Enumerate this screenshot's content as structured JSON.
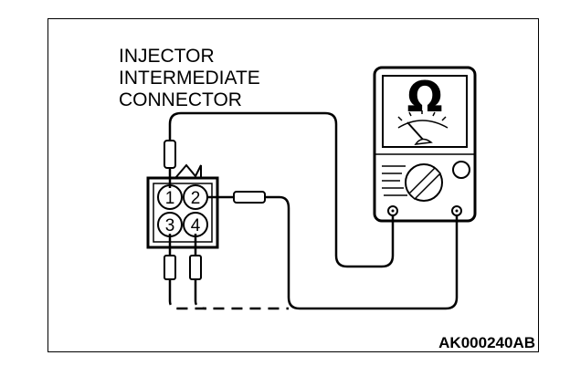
{
  "diagram": {
    "title_lines": [
      "INJECTOR",
      "INTERMEDIATE",
      "CONNECTOR"
    ],
    "connector": {
      "pins": [
        {
          "label": "1"
        },
        {
          "label": "2"
        },
        {
          "label": "3"
        },
        {
          "label": "4"
        }
      ]
    },
    "meter": {
      "symbol": "Ω",
      "icon": "ohmmeter-icon"
    },
    "code": "AK000240AB"
  }
}
